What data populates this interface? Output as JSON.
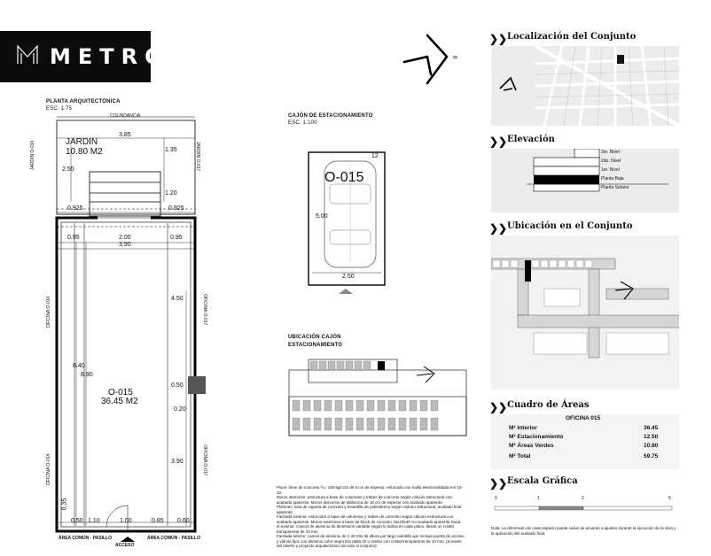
{
  "logo": {
    "text": "METRO"
  },
  "plan": {
    "title": "PLANTA ARQUITECTÓNICA",
    "scale": "ESC. 1:75",
    "colindancia": "COLINDANCIA",
    "jardin_label": "JARDIN",
    "jardin_area": "10.80 M2",
    "unit_label": "O-015",
    "unit_area": "36.45 M2",
    "side_left_top": "JARDIN O-014",
    "side_right_top": "JARDIN O-017",
    "side_left_mid": "OFICINA O-014",
    "side_right_mid": "OFICINA O-017",
    "side_left_bot": "OFICINA O-014",
    "side_right_bot": "OFICINA O-017",
    "bottom_left": "ÁREA COMÚN - PASILLO",
    "bottom_right": "ÁREA COMÚN - PASILLO",
    "acceso": "ACCESO",
    "dims": {
      "d385": "3.85",
      "d135": "1.35",
      "d255": "2.55",
      "d120": "1.20",
      "d0925a": "0.925",
      "d0925b": "0.925",
      "d095a": "0.95",
      "d200": "2.00",
      "d095b": "0.95",
      "d390": "3.90",
      "d450": "4.50",
      "d840": "8.40",
      "d890": "8.90",
      "d050": "0.50",
      "d020": "0.20",
      "d390b": "3.90",
      "d035": "0.35",
      "b050": "0.50",
      "b110": "1.10",
      "b100": "1.00",
      "b085": "0.85",
      "b060": "0.60"
    }
  },
  "parking": {
    "title": "CAJÓN DE ESTACIONAMIENTO",
    "scale": "ESC. 1:100",
    "spot": "O-015",
    "num": "12",
    "width": "2.50",
    "length": "5.00"
  },
  "parking_loc": {
    "title": "UBICACIÓN CAJÓN",
    "subtitle": "ESTACIONAMIENTO"
  },
  "notes": [
    "Pisos: firme de concreto f'c= 150 kg/cm2 de 8 cm de espesor, reforzado con malla electrosoldada 6-6-10-10.",
    "Muros interiores: estructura a base de columnas y trabes de concreto según cálculo estructural con acabado aparente. Muros divisorios de tablaroca de 15 cm de espesor con acabado aparente.",
    "Plafones: losa de vigueta de concreto y bovedilla de poliestireno según cálculo estructural, acabado final aparente.",
    "Fachada exterior: estructura a base de columnas y trabes de concreto según cálculo estructural con acabado aparente. Muros exteriores a base de block de concreto 15x20x40 cm acabado aparente hacia el exterior. Cancel de aluminio de dimensión variable según lo indica en cada plano, llevan un cristal transparente de 10 mm.",
    "Fachada interior: cancel de aluminio de 2.40 mts de altura por largo variable que incluye puerta de acceso y vidrios fijos con aluminio color negro liso tabla 10 o similar con cristal transparente de 10 mm. (a través del diseño y proyecto arquitectónico de todo el conjunto)."
  ],
  "panels": {
    "loc": {
      "title": "Localización del Conjunto"
    },
    "elev": {
      "title": "Elevación",
      "levels": [
        "3er. Nivel",
        "2do. Nivel",
        "1er. Nivel",
        "Planta Baja",
        "Planta Sotano"
      ]
    },
    "ubic": {
      "title": "Ubicación en el Conjunto"
    },
    "areas": {
      "title": "Cuadro de Áreas",
      "subtitle": "OFICINA 015",
      "rows": [
        {
          "label": "M² Interior",
          "value": "36.45"
        },
        {
          "label": "M² Estacionamiento",
          "value": "12.50"
        },
        {
          "label": "M² Áreas Verdes",
          "value": "10.80"
        },
        {
          "label": "M² Total",
          "value": "59.75"
        }
      ]
    },
    "escala": {
      "title": "Escala Gráfica",
      "ticks": [
        "0",
        "1",
        "2",
        "5"
      ],
      "note": "Nota: La dimensión de cada espacio puede variar de acuerdo a ajustes durante la ejecución de la obra y la aplicación del acabado final."
    }
  }
}
